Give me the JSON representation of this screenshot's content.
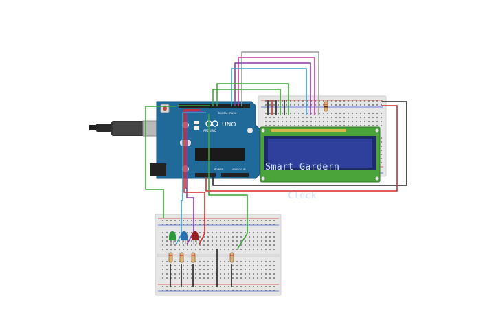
{
  "lcd": {
    "line1": "Smart Gardern",
    "line2": "    Clock"
  },
  "arduino": {
    "model_label": "UNO",
    "brand_label": "ARDUINO",
    "digital_label": "DIGITAL (PWM~)",
    "power_label": "POWER",
    "analog_label": "ANALOG IN"
  },
  "colors": {
    "board_blue": "#1f6a98",
    "lcd_green": "#4aa43a",
    "lcd_screen": "#2f3f9c",
    "breadboard": "#e9e9e9",
    "wire_green": "#3aa635",
    "wire_red": "#d42a2a",
    "wire_black": "#222222",
    "wire_purple": "#8a3aa8",
    "wire_blue": "#3aa0c8",
    "wire_grey": "#9a9a9a",
    "wire_magenta": "#c0379a"
  },
  "components": {
    "leds": [
      "green-led",
      "blue-led",
      "red-led"
    ],
    "resistor_count": 5
  }
}
